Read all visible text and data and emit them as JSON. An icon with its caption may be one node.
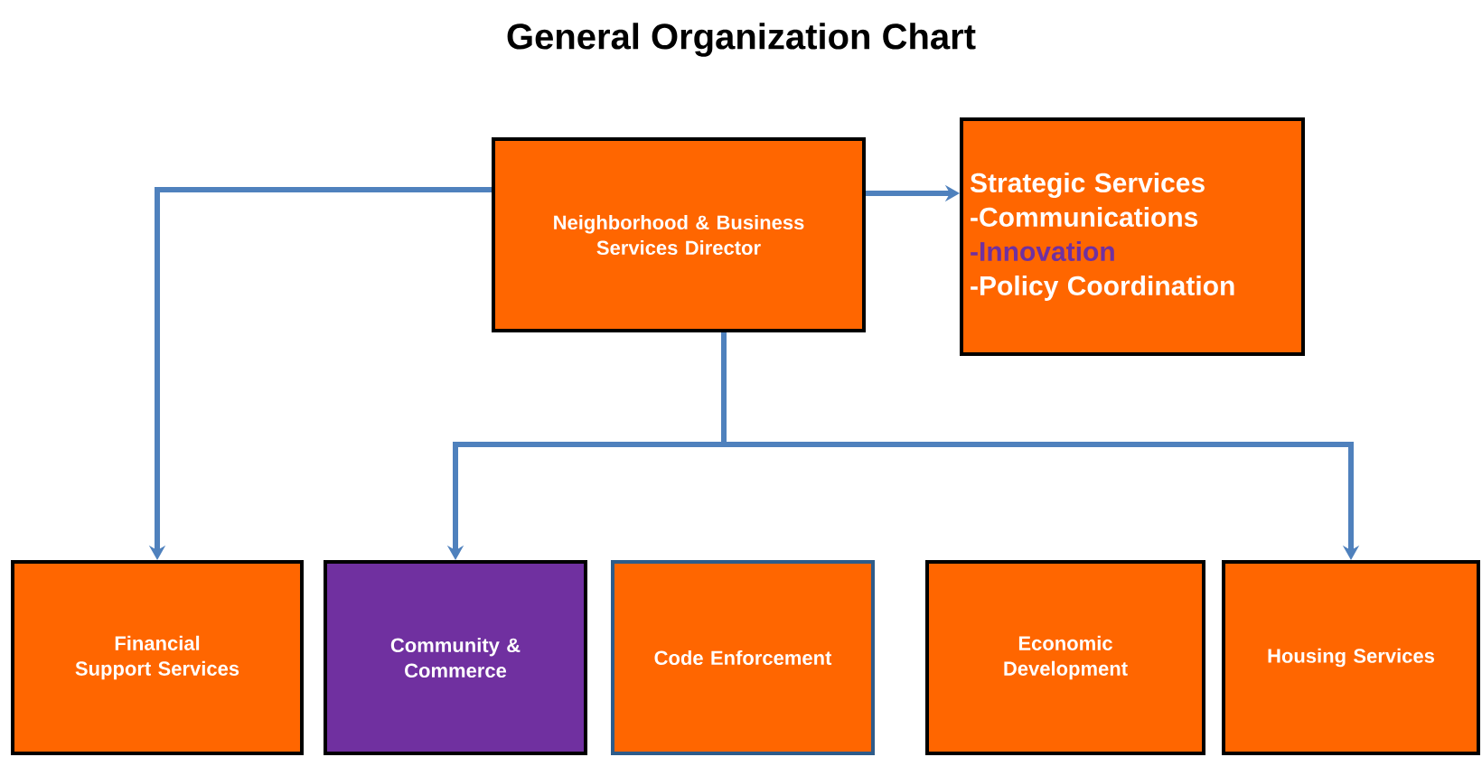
{
  "diagram": {
    "title": "General Organization Chart",
    "nodes": [
      {
        "text": [
          "Neighborhood & Business Services Director"
        ]
      },
      {
        "text": [
          "Strategic Services",
          "-Communications",
          "-Innovation",
          "-Policy Coordination"
        ]
      },
      {
        "text": [
          "Financial Support Services"
        ]
      },
      {
        "text": [
          "Community & Commerce"
        ]
      },
      {
        "text": [
          "Code Enforcement"
        ]
      },
      {
        "text": [
          "Economic Development"
        ]
      },
      {
        "text": [
          "Housing Services"
        ]
      }
    ],
    "edges": [
      {
        "from": 0,
        "to": 1,
        "arrow": "to"
      },
      {
        "from": 0,
        "to": 2,
        "arrow": "to"
      },
      {
        "from": 0,
        "to": 3,
        "arrow": "to"
      },
      {
        "from": 0,
        "to": 6,
        "arrow": "to"
      }
    ]
  }
}
